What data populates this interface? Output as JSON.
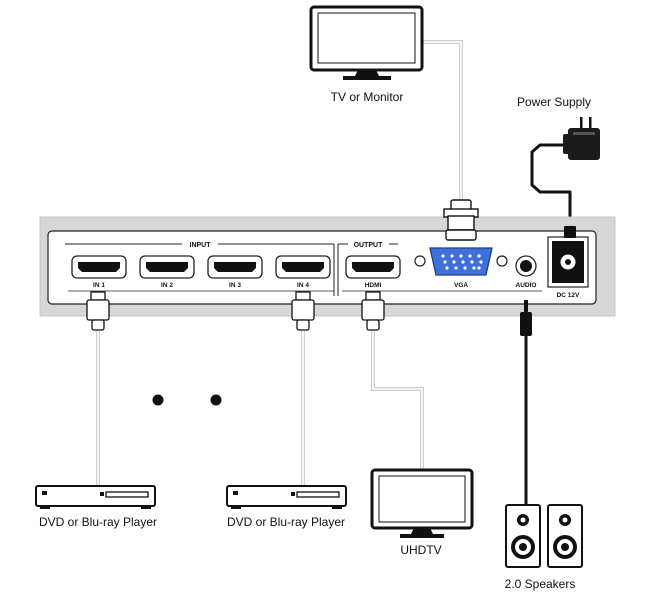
{
  "devices": {
    "tv": "TV or Monitor",
    "power": "Power Supply",
    "player_left": "DVD or Blu-ray Player",
    "player_right": "DVD or Blu-ray Player",
    "uhdtv": "UHDTV",
    "speakers": "2.0 Speakers"
  },
  "panel": {
    "input_group": "INPUT",
    "output_group": "OUTPUT",
    "ports": {
      "in1": "IN 1",
      "in2": "IN 2",
      "in3": "IN 3",
      "in4": "IN 4",
      "hdmi": "HDMI",
      "vga": "VGA",
      "audio": "AUDIO",
      "dc": "DC 12V"
    }
  },
  "colors": {
    "chassis": "#d7d7d7",
    "cable": "#d2d2d2",
    "port_outline": "#222222",
    "vga_port": "#3f6fd8"
  },
  "icons": [
    "tv-monitor-icon",
    "power-adapter-icon",
    "dvd-player-icon",
    "uhdtv-icon",
    "speaker-icon",
    "hdmi-connector-icon",
    "vga-connector-icon",
    "audio-jack-icon"
  ]
}
